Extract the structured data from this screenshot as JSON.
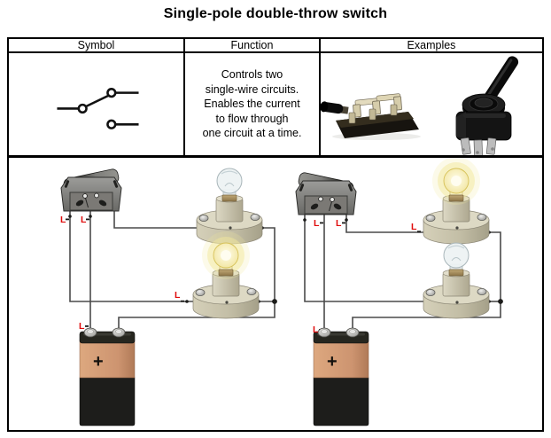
{
  "title": "Single-pole double-throw switch",
  "table": {
    "headers": [
      "Symbol",
      "Function",
      "Examples"
    ],
    "function_lines": [
      "Controls two",
      "single-wire circuits.",
      "Enables the current",
      "to flow through",
      "one circuit at a time."
    ]
  },
  "diagram": {
    "label_char": "L",
    "battery_plus": "+",
    "circuits": [
      {
        "side": "left",
        "switch_position": "down",
        "lit_bulb": "bottom"
      },
      {
        "side": "right",
        "switch_position": "up",
        "lit_bulb": "top"
      }
    ]
  },
  "colors": {
    "border": "#000000",
    "background": "#ffffff",
    "wire": "#4a4a4a",
    "label_red": "#e00b0b",
    "switch_gray": "#8b8b89",
    "holder_beige": "#ccc7b0",
    "bulb_glow": "#f2e79c",
    "battery_copper": "#cf9872",
    "battery_black": "#1d1d1b"
  }
}
